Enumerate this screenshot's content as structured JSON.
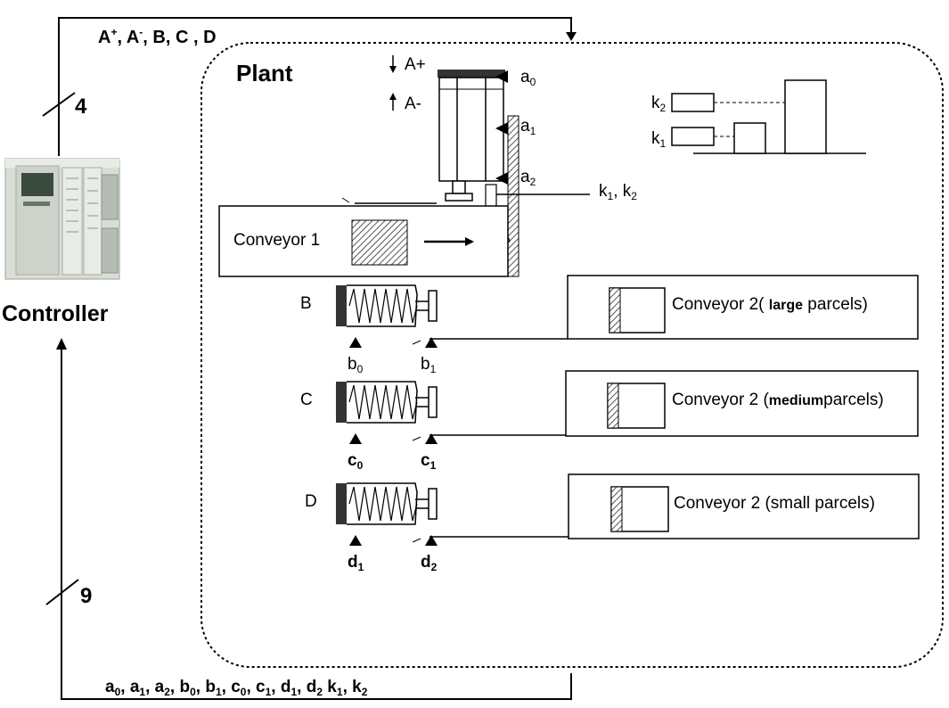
{
  "top_bus": {
    "label_a": "A",
    "sup_plus": "+",
    "sep1": ", ",
    "sup_minus": "-",
    "rest": ", B, C , D",
    "count": "4"
  },
  "bottom_bus": {
    "count": "9",
    "signals": [
      {
        "base": "a",
        "sub": "0",
        "sep": ", "
      },
      {
        "base": "a",
        "sub": "1",
        "sep": ", "
      },
      {
        "base": "a",
        "sub": "2",
        "sep": ", "
      },
      {
        "base": "b",
        "sub": "0",
        "sep": ", "
      },
      {
        "base": "b",
        "sub": "1",
        "sep": ", "
      },
      {
        "base": "c",
        "sub": "0",
        "sep": ", "
      },
      {
        "base": "c",
        "sub": "1",
        "sep": ", "
      },
      {
        "base": "d",
        "sub": "1",
        "sep": ", "
      },
      {
        "base": "d",
        "sub": "2",
        "sep": " "
      },
      {
        "base": "k",
        "sub": "1",
        "sep": ", "
      },
      {
        "base": "k",
        "sub": "2",
        "sep": ""
      }
    ]
  },
  "controller": {
    "label": "Controller"
  },
  "plant": {
    "title": "Plant",
    "cylinder_a": {
      "extend": "A+",
      "retract": "A-"
    },
    "sensors_a": [
      {
        "base": "a",
        "sub": "0"
      },
      {
        "base": "a",
        "sub": "1"
      },
      {
        "base": "a",
        "sub": "2"
      }
    ],
    "k_sensor": {
      "b1": "k",
      "s1": "1",
      "sep": ", ",
      "b2": "k",
      "s2": "2"
    },
    "k_chart": {
      "k1_base": "k",
      "k1_sub": "1",
      "k2_base": "k",
      "k2_sub": "2"
    },
    "conveyor1": "Conveyor 1",
    "pushers": [
      {
        "name": "B",
        "s0": {
          "base": "b",
          "sub": "0"
        },
        "s1": {
          "base": "b",
          "sub": "1"
        },
        "conv_prefix": "Conveyor 2",
        "conv_open": "( ",
        "conv_kind": "large",
        "conv_suffix": " parcels)"
      },
      {
        "name": "C",
        "s0": {
          "base": "c",
          "sub": "0"
        },
        "s1": {
          "base": "c",
          "sub": "1"
        },
        "conv_prefix": "Conveyor 2",
        "conv_open": " (",
        "conv_kind": "medium",
        "conv_suffix": "parcels)"
      },
      {
        "name": "D",
        "s0": {
          "base": "d",
          "sub": "1"
        },
        "s1": {
          "base": "d",
          "sub": "2"
        },
        "conv_prefix": "Conveyor 2 (small parcels)",
        "conv_open": "",
        "conv_kind": "",
        "conv_suffix": ""
      }
    ]
  }
}
